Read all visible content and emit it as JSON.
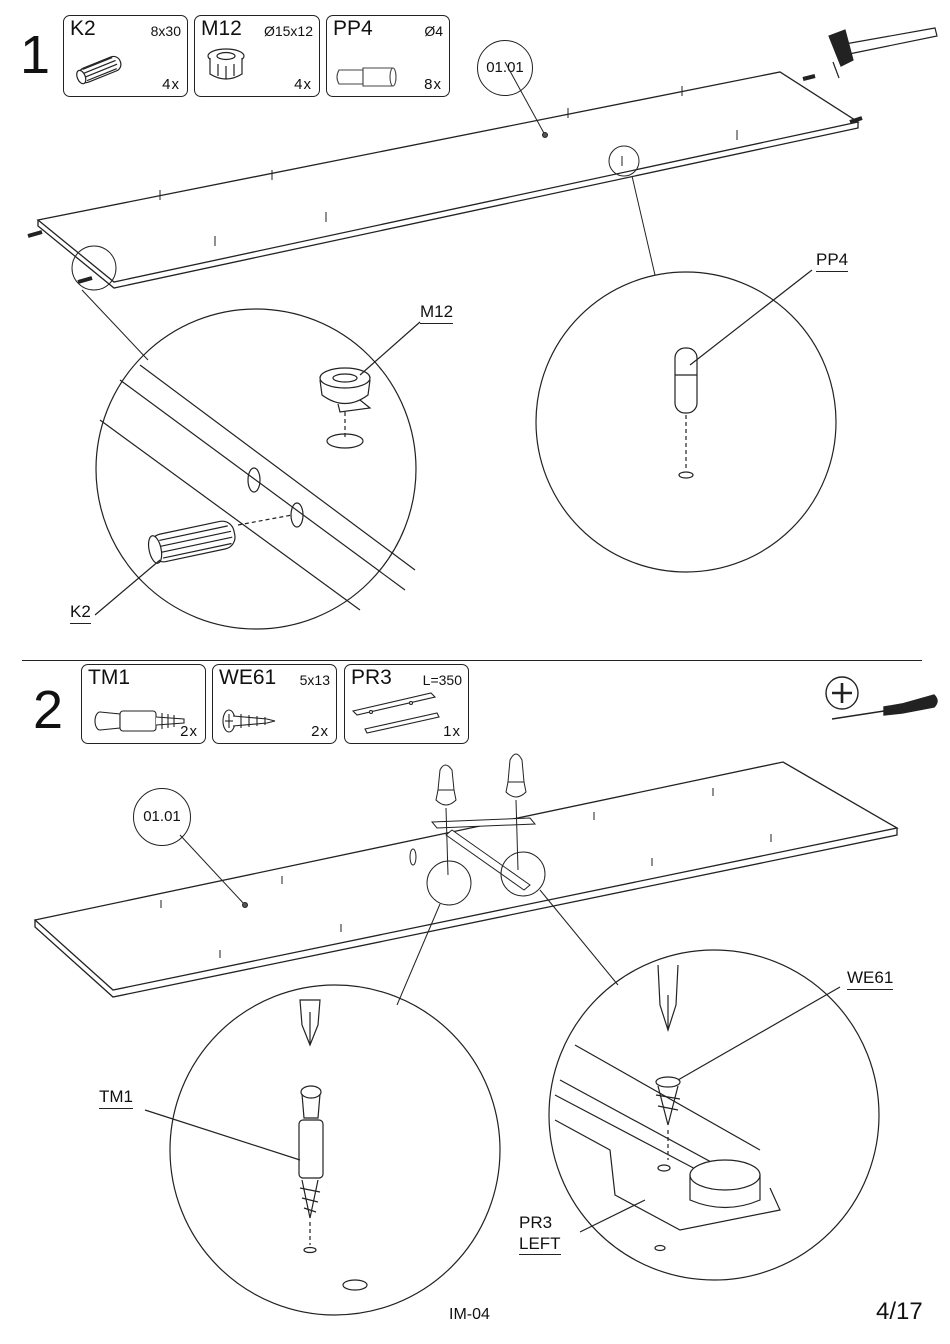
{
  "step1": {
    "number": "1",
    "parts": [
      {
        "code": "K2",
        "size": "8x30",
        "qty": "4x",
        "icon": "wooden-dowel-icon"
      },
      {
        "code": "M12",
        "size": "Ø15x12",
        "qty": "4x",
        "icon": "cam-lock-icon"
      },
      {
        "code": "PP4",
        "size": "Ø4",
        "qty": "8x",
        "icon": "shelf-pin-icon"
      }
    ],
    "panel_label": "01.01",
    "callouts": {
      "m12": "M12",
      "pp4": "PP4",
      "k2": "K2"
    },
    "tool": "hammer-icon"
  },
  "step2": {
    "number": "2",
    "parts": [
      {
        "code": "TM1",
        "size": "",
        "qty": "2x",
        "icon": "cam-bolt-icon"
      },
      {
        "code": "WE61",
        "size": "5x13",
        "qty": "2x",
        "icon": "screw-icon"
      },
      {
        "code": "PR3",
        "size": "L=350",
        "qty": "1x",
        "icon": "drawer-runner-icon"
      }
    ],
    "panel_label": "01.01",
    "callouts": {
      "tm1": "TM1",
      "we61": "WE61",
      "pr3_line1": "PR3",
      "pr3_line2": "LEFT"
    },
    "tool": "phillips-screwdriver-icon"
  },
  "footer": {
    "code": "IM-04",
    "page": "4/17"
  }
}
